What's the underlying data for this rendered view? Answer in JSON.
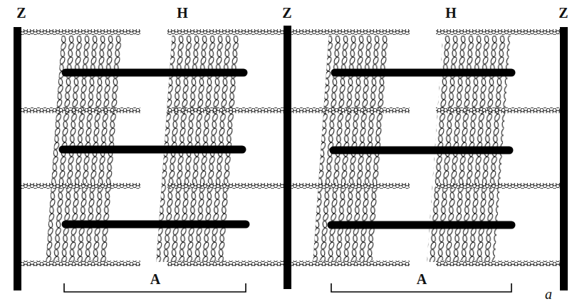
{
  "diagram": {
    "labels": [
      "Z",
      "H",
      "Z",
      "H",
      "Z",
      "A",
      "A",
      "a"
    ]
  }
}
